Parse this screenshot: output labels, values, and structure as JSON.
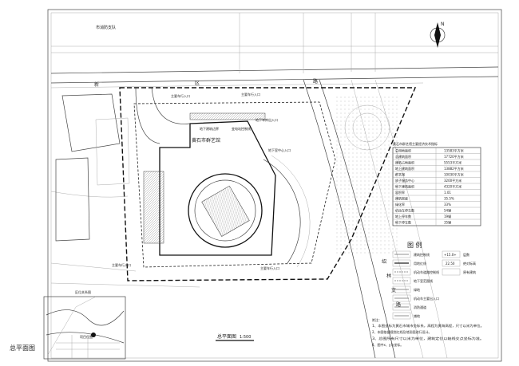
{
  "drawing": {
    "sheet_label": "总平面图",
    "plan_title": "总平面图",
    "plan_scale": "1:500",
    "building_name": "黄石市群艺馆",
    "top_left_label": "市消防支队",
    "north_label": "N",
    "road_top": [
      "新",
      "区",
      "路"
    ],
    "road_right": [
      "绍",
      "林",
      "支",
      "路"
    ],
    "entrances": [
      "主要车行入口",
      "主要车行入口",
      "地下车库出入口",
      "地下建筑边界",
      "变电站控制线",
      "地下室中心入口",
      "主要车行入口",
      "主要车行入口"
    ],
    "location_map": {
      "title": "区位关系图",
      "site_label": "项目位置"
    }
  },
  "tech_table": {
    "title": "黄石市群艺馆主要经济技术指标",
    "rows": [
      {
        "label": "总用地面积",
        "value": "13583平方米"
      },
      {
        "label": "总建筑面积",
        "value": "17720平方米"
      },
      {
        "label": "建筑占地面积",
        "value": "5553平方米"
      },
      {
        "label": "地上建筑面积",
        "value": "13882平方米"
      },
      {
        "label": "群艺馆",
        "value": "10030平方米"
      },
      {
        "label": "质子服务中心",
        "value": "3200平方米"
      },
      {
        "label": "地下建筑面积",
        "value": "4320平方米"
      },
      {
        "label": "容积率",
        "value": "1.01"
      },
      {
        "label": "建筑密度",
        "value": "35.5%"
      },
      {
        "label": "绿化率",
        "value": "33%"
      },
      {
        "label": "机动车停车数",
        "value": "54辆"
      },
      {
        "label": "地上停车数",
        "value": "19辆"
      },
      {
        "label": "地下停车数",
        "value": "35辆"
      }
    ]
  },
  "legend": {
    "title": "图 例",
    "left": [
      "建筑控制线",
      "用地红线",
      "机动车道路控制线",
      "地下室范围线",
      "绿地",
      "机动车主要出入口",
      "消防通道",
      "铺地"
    ],
    "right": [
      "层数",
      "绝对标高",
      "原有建筑"
    ],
    "right_symbols": [
      "+15.0+",
      "22.50"
    ]
  },
  "notes": {
    "title": "附注：",
    "items": [
      "1、本图坐标为黄石市城市坐标系，高程为黄海高程，尺寸以米为单位。",
      "2、本图依据规划红线及地形图进行设计。",
      "3、总图所有尺寸以米为单位，建筑定位以轴线交点坐标为准。",
      "4、图中x、y为坐标。"
    ]
  },
  "colors": {
    "line": "#111111",
    "grid": "#999999",
    "hatch": "#888888"
  }
}
